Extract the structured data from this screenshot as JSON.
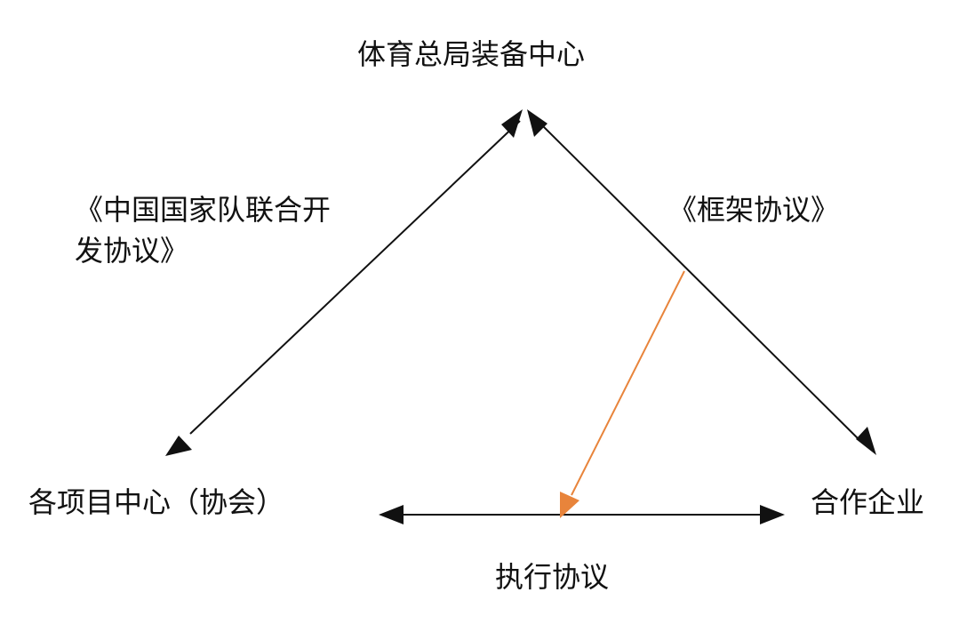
{
  "nodes": {
    "top": "体育总局装备中心",
    "left": "各项目中心（协会）",
    "right": "合作企业"
  },
  "edges": {
    "left_label_line1": "《中国国家队联合开",
    "left_label_line2": "发协议》",
    "right_label": "《框架协议》",
    "bottom_label": "执行协议"
  },
  "colors": {
    "line": "#111111",
    "accent": "#e8843b"
  }
}
